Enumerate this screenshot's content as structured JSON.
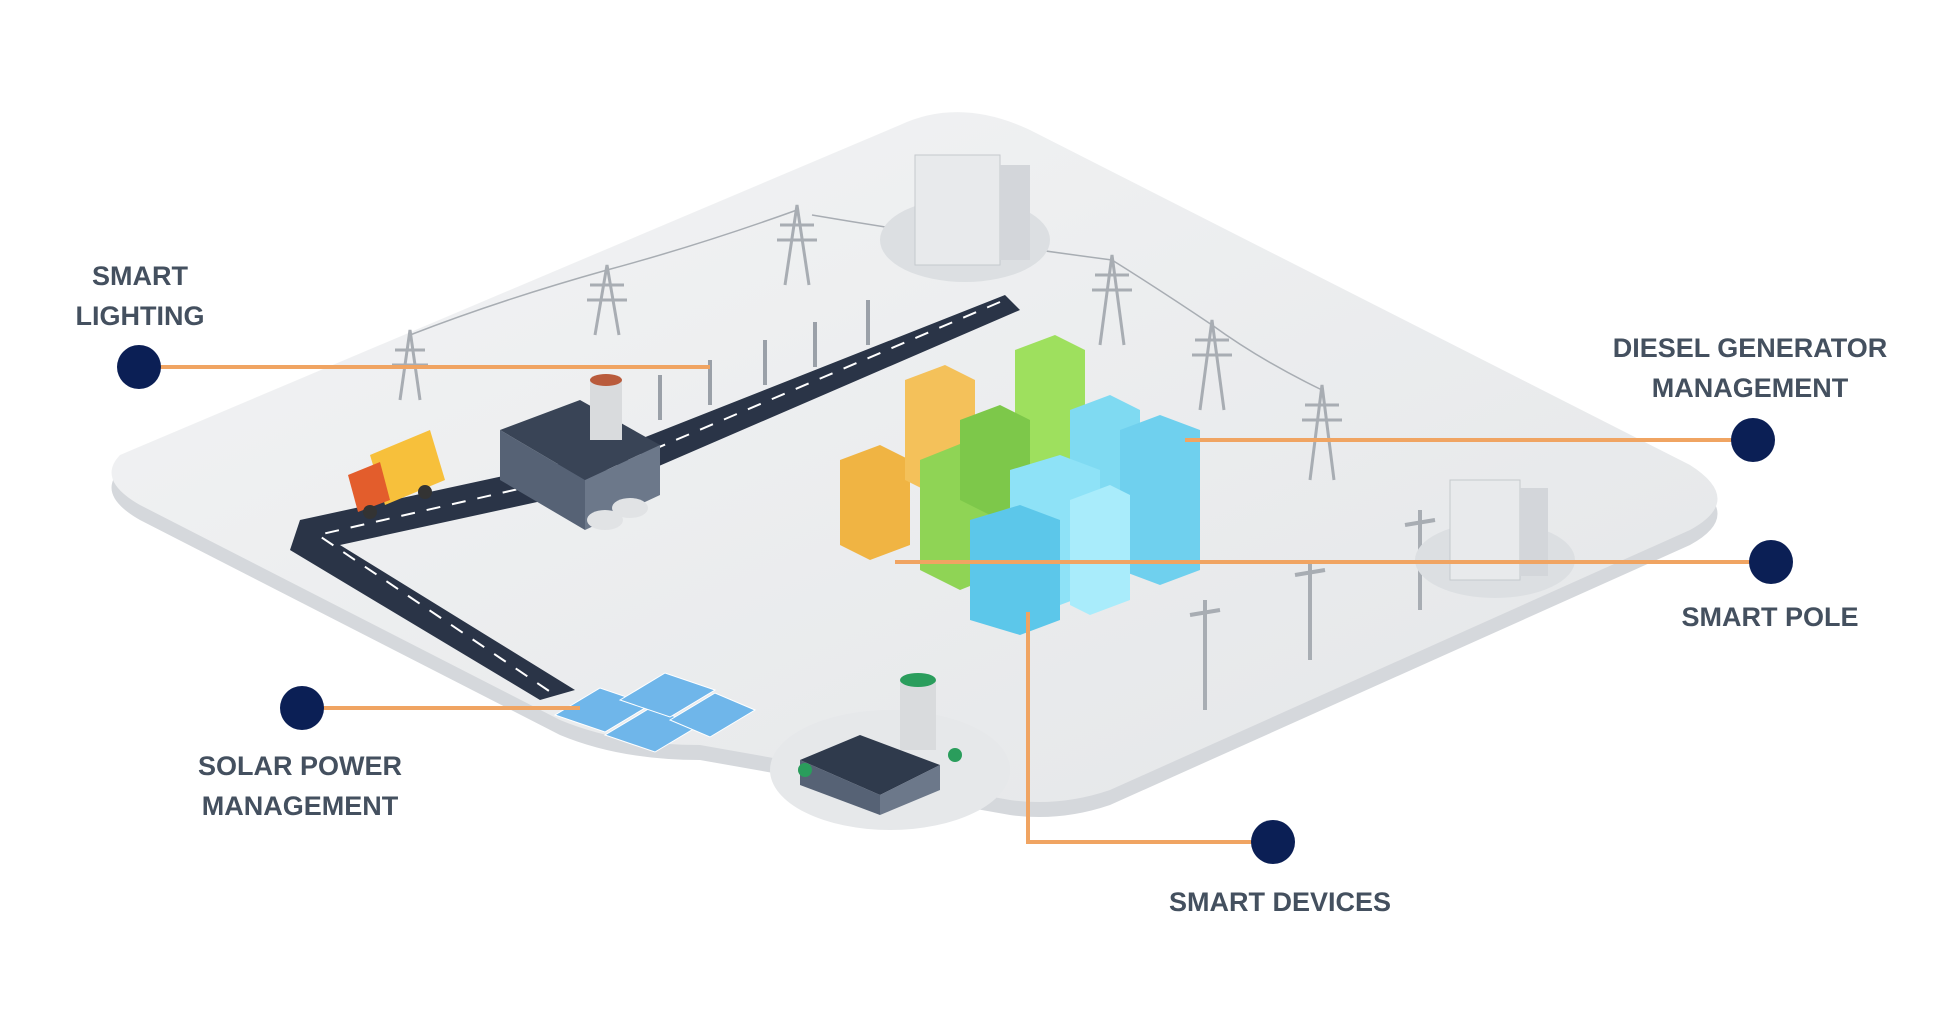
{
  "labels": {
    "smart_lighting": [
      "SMART",
      "LIGHTING"
    ],
    "diesel_generator": [
      "DIESEL GENERATOR",
      "MANAGEMENT"
    ],
    "smart_pole": [
      "SMART POLE"
    ],
    "solar_power": [
      "SOLAR POWER",
      "MANAGEMENT"
    ],
    "smart_devices": [
      "SMART DEVICES"
    ]
  },
  "colors": {
    "label_text": "#44505f",
    "marker": "#0b1f55",
    "leader_line": "#f0a462",
    "platform": "#e9eaec",
    "road": "#2a3447"
  }
}
